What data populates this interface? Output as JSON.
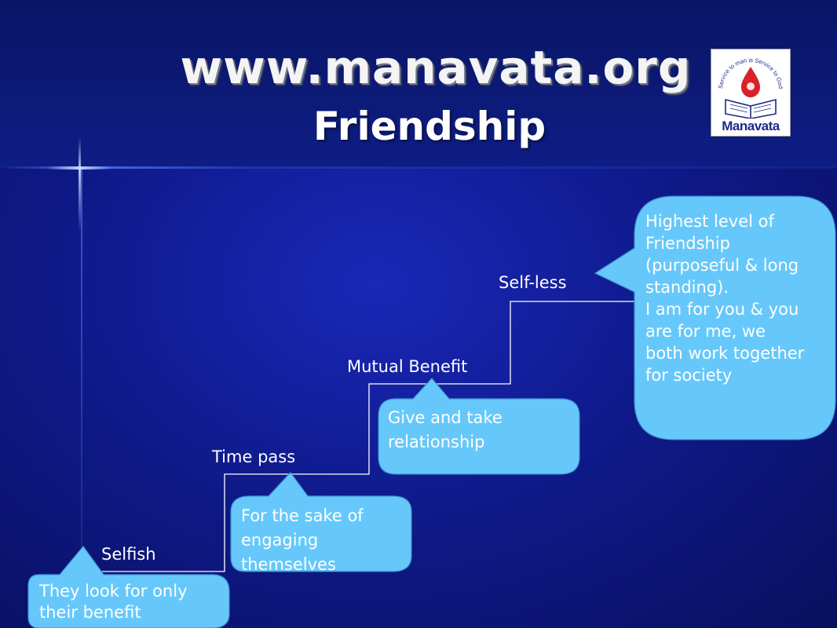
{
  "title": {
    "url": "www.manavata.org",
    "topic": "Friendship"
  },
  "logo": {
    "name": "Manavata",
    "motto": "Service to man is Service to God"
  },
  "colors": {
    "callout_fill": "#66c8fa",
    "callout_stroke": "#3e8fd0",
    "text": "#ffffff"
  },
  "steps": [
    {
      "label": "Selfish",
      "callout": [
        "They look for only",
        "their benefit"
      ]
    },
    {
      "label": "Time pass",
      "callout": [
        "For the sake of",
        "engaging",
        "themselves"
      ]
    },
    {
      "label": "Mutual Benefit",
      "callout": [
        "Give and take",
        "relationship"
      ]
    },
    {
      "label": "Self-less",
      "callout": [
        "Highest level of",
        "Friendship",
        "(purposeful & long",
        "standing).",
        "I am for you & you",
        "are for me, we",
        "both work together",
        "for society"
      ]
    }
  ]
}
